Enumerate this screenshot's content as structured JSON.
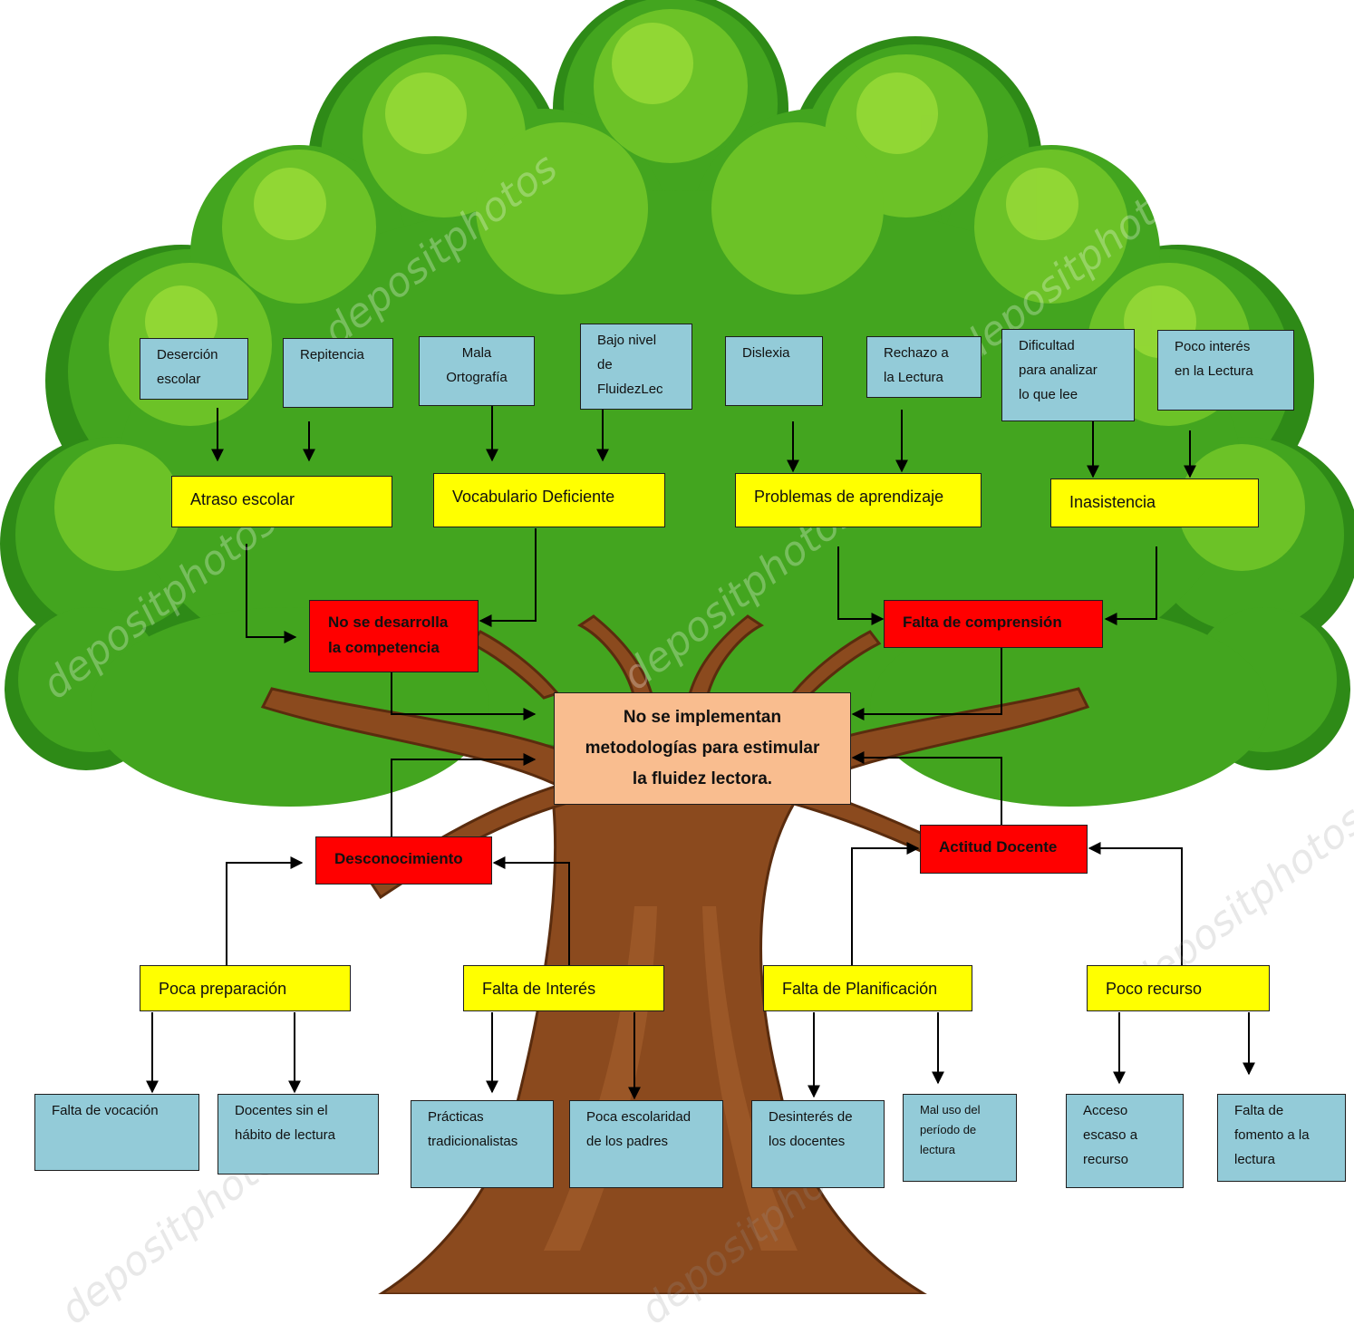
{
  "watermark": "depositphotos",
  "colors": {
    "effect_box": "#93cbd8",
    "cause_box": "#ffff00",
    "key_box": "#ff0000",
    "core_box": "#f9bd8f",
    "foliage": "#4cab21",
    "trunk": "#8b4a1e"
  },
  "core_problem": {
    "text": "No se implementan\nmetodologías para estimular\nla fluidez lectora."
  },
  "top_effects": [
    {
      "id": "desercion",
      "text": "Deserción\nescolar"
    },
    {
      "id": "repitencia",
      "text": "Repitencia"
    },
    {
      "id": "mala_ortografia",
      "text": "Mala\nOrtografía"
    },
    {
      "id": "bajo_nivel",
      "text": "Bajo nivel\nde\nFluidezLec"
    },
    {
      "id": "dislexia",
      "text": "Dislexia"
    },
    {
      "id": "rechazo",
      "text": "Rechazo a\nla Lectura"
    },
    {
      "id": "dificultad",
      "text": "Dificultad\npara analizar\nlo que lee"
    },
    {
      "id": "poco_interes",
      "text": "Poco interés\nen la Lectura"
    }
  ],
  "top_mid": [
    {
      "id": "atraso",
      "text": "Atraso escolar"
    },
    {
      "id": "vocabulario",
      "text": "Vocabulario Deficiente"
    },
    {
      "id": "problemas",
      "text": "Problemas de aprendizaje"
    },
    {
      "id": "inasistencia",
      "text": "Inasistencia"
    }
  ],
  "key_nodes": [
    {
      "id": "no_desarrolla",
      "text": "No se desarrolla\nla competencia"
    },
    {
      "id": "falta_comprension",
      "text": "Falta de comprensión"
    },
    {
      "id": "desconocimiento",
      "text": "Desconocimiento"
    },
    {
      "id": "actitud_docente",
      "text": "Actitud Docente"
    }
  ],
  "bottom_mid": [
    {
      "id": "poca_preparacion",
      "text": "Poca preparación"
    },
    {
      "id": "falta_interes",
      "text": "Falta de Interés"
    },
    {
      "id": "falta_planificacion",
      "text": "Falta de Planificación"
    },
    {
      "id": "poco_recurso",
      "text": "Poco recurso"
    }
  ],
  "bottom_causes": [
    {
      "id": "falta_vocacion",
      "text": "Falta de vocación"
    },
    {
      "id": "docentes_sin_habito",
      "text": "Docentes sin el\nhábito de lectura"
    },
    {
      "id": "practicas",
      "text": "Prácticas\ntradicionalistas"
    },
    {
      "id": "poca_escolaridad",
      "text": "Poca escolaridad\nde los padres"
    },
    {
      "id": "desinteres",
      "text": "Desinterés de\nlos docentes"
    },
    {
      "id": "mal_uso",
      "text": "Mal uso del\nperíodo de\nlectura"
    },
    {
      "id": "acceso_escaso",
      "text": "Acceso\nescaso a\nrecurso"
    },
    {
      "id": "falta_fomento",
      "text": "Falta de\nfomento a la\nlectura"
    }
  ]
}
